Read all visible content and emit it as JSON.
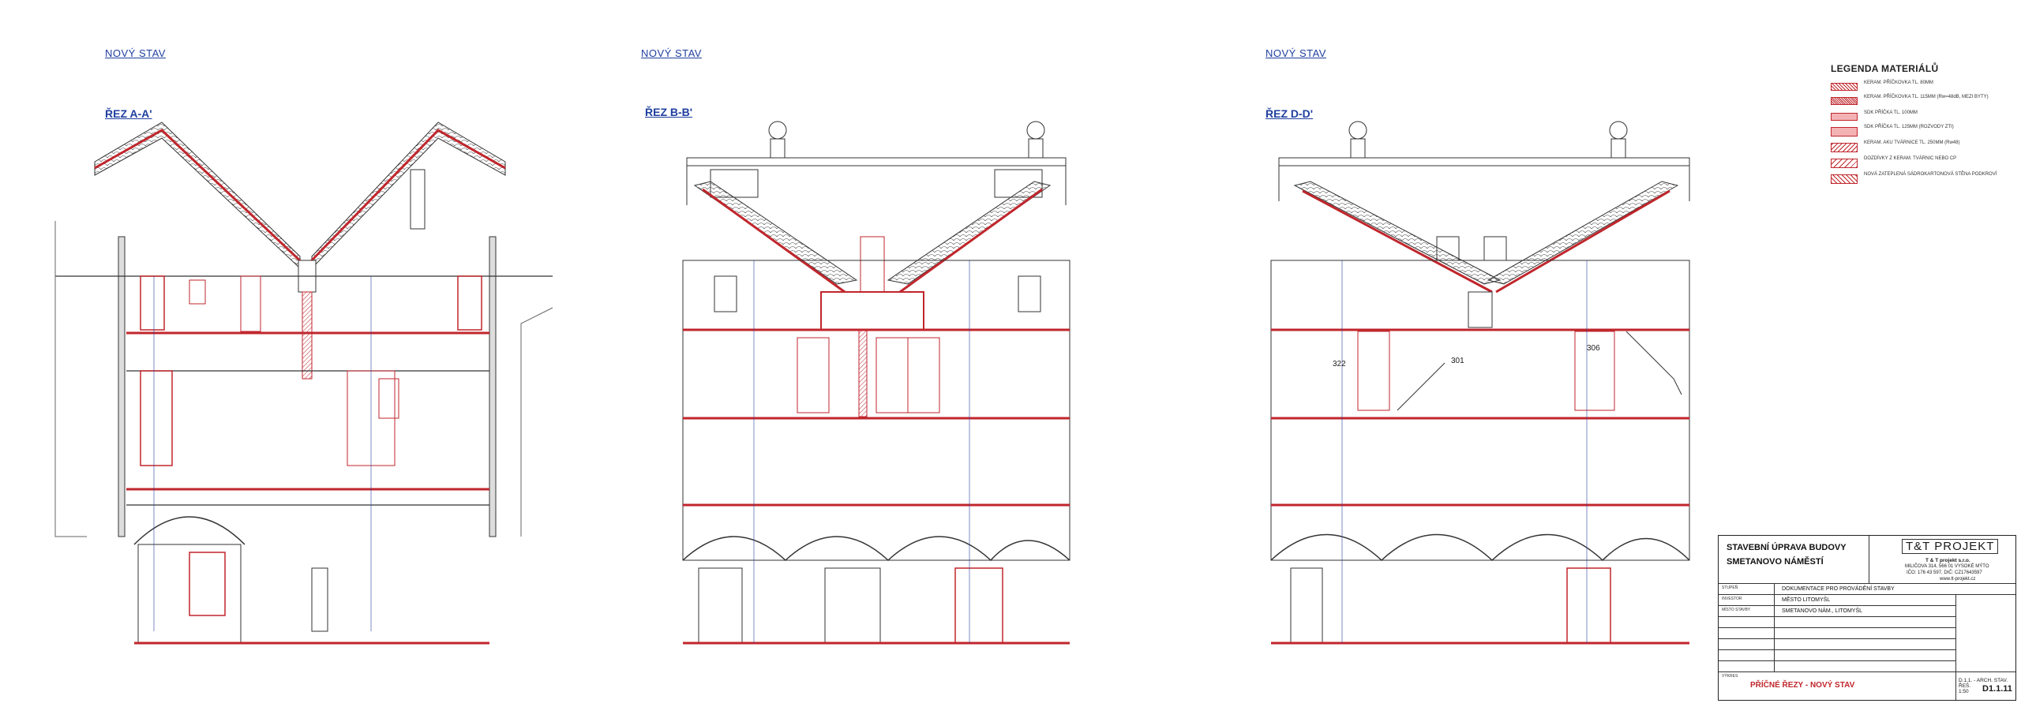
{
  "sheet": {
    "new_state_labels": [
      "NOVÝ STAV",
      "NOVÝ STAV",
      "NOVÝ STAV"
    ]
  },
  "sections": [
    {
      "label": "ŘEZ A-A'"
    },
    {
      "label": "ŘEZ B-B'"
    },
    {
      "label": "ŘEZ D-D'"
    }
  ],
  "rooms": [
    "322",
    "301",
    "306"
  ],
  "legend": {
    "title": "LEGENDA MATERIÁLŮ",
    "items": [
      {
        "label": "KERAM. PŘÍČKOVKA TL. 80MM",
        "color": "#c0262c",
        "pattern": "hatch"
      },
      {
        "label": "KERAM. PŘÍČKOVKA TL. 115MM (Rw=48dB, MEZI BYTY)",
        "color": "#c0262c",
        "pattern": "hatch"
      },
      {
        "label": "SDK PŘÍČKA TL. 100MM",
        "color": "#c0262c",
        "pattern": "solid"
      },
      {
        "label": "SDK PŘÍČKA TL. 125MM (ROZVODY ZTI)",
        "color": "#c0262c",
        "pattern": "solid"
      },
      {
        "label": "KERAM. AKU TVÁRNICE TL. 250MM (Rw48)",
        "color": "#c0262c",
        "pattern": "diag"
      },
      {
        "label": "DOZDÍVKY Z KERAM. TVÁRNIC NEBO CP",
        "color": "#c0262c",
        "pattern": "diag"
      },
      {
        "label": "NOVÁ ZATEPLENÁ SÁDROKARTONOVÁ STĚNA PODKROVÍ",
        "color": "#c0262c",
        "pattern": "cross"
      }
    ]
  },
  "titleblock": {
    "project_title_1": "STAVEBNÍ ÚPRAVA BUDOVY",
    "project_title_2": "SMETANOVO NÁMĚSTÍ",
    "company_logo": "T&T PROJEKT",
    "company_name": "T & T projekt s.r.o.",
    "company_address": "MILIČOVA 314, 566 01 VYSOKÉ MÝTO",
    "company_ids": "IČO: 176 43 597, DIČ: CZ17643597",
    "company_web": "www.tt-projekt.cz",
    "stage_label": "STUPEŇ",
    "stage": "DOKUMENTACE PRO PROVÁDĚNÍ STAVBY",
    "investor_label": "INVESTOR",
    "investor": "MĚSTO LITOMYŠL",
    "place_label": "MÍSTO STAVBY",
    "place": "SMETANOVO NÁM., LITOMYŠL",
    "drawing_title_label": "VÝKRES",
    "drawing_title": "PŘÍČNÉ ŘEZY - NOVÝ STAV",
    "part": "D.1.1. - ARCH. STAV. ŘEŠ.",
    "scale": "1:50",
    "drawing_no": "D1.1.11"
  }
}
